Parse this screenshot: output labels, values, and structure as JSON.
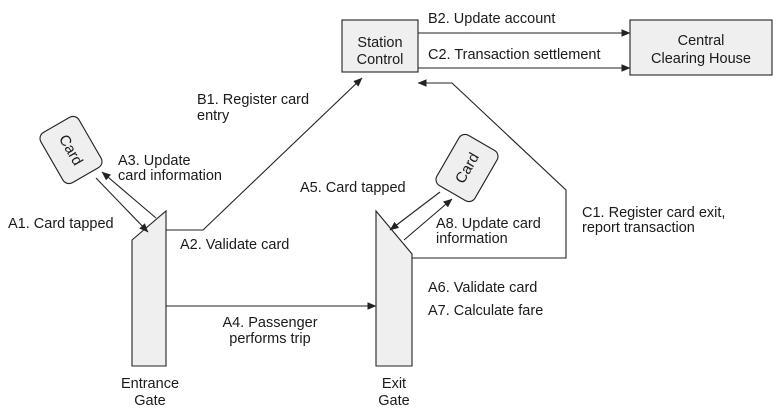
{
  "nodes": {
    "station_control": [
      "Station",
      "Control"
    ],
    "clearing_house": [
      "Central",
      "Clearing House"
    ],
    "entrance_gate": [
      "Entrance",
      "Gate"
    ],
    "exit_gate": [
      "Exit",
      "Gate"
    ],
    "card_entry": "Card",
    "card_exit": "Card"
  },
  "steps": {
    "b2": "B2. Update account",
    "c2": "C2. Transaction settlement",
    "b1": [
      "B1. Register card",
      "entry"
    ],
    "a3": [
      "A3. Update",
      "card information"
    ],
    "a1": "A1. Card tapped",
    "a2": "A2. Validate card",
    "a5": "A5. Card tapped",
    "a8": [
      "A8. Update card",
      "information"
    ],
    "c1": [
      "C1. Register card exit,",
      "report transaction"
    ],
    "a6": "A6. Validate card",
    "a7": "A7. Calculate fare",
    "a4": [
      "A4. Passenger",
      "performs trip"
    ]
  }
}
